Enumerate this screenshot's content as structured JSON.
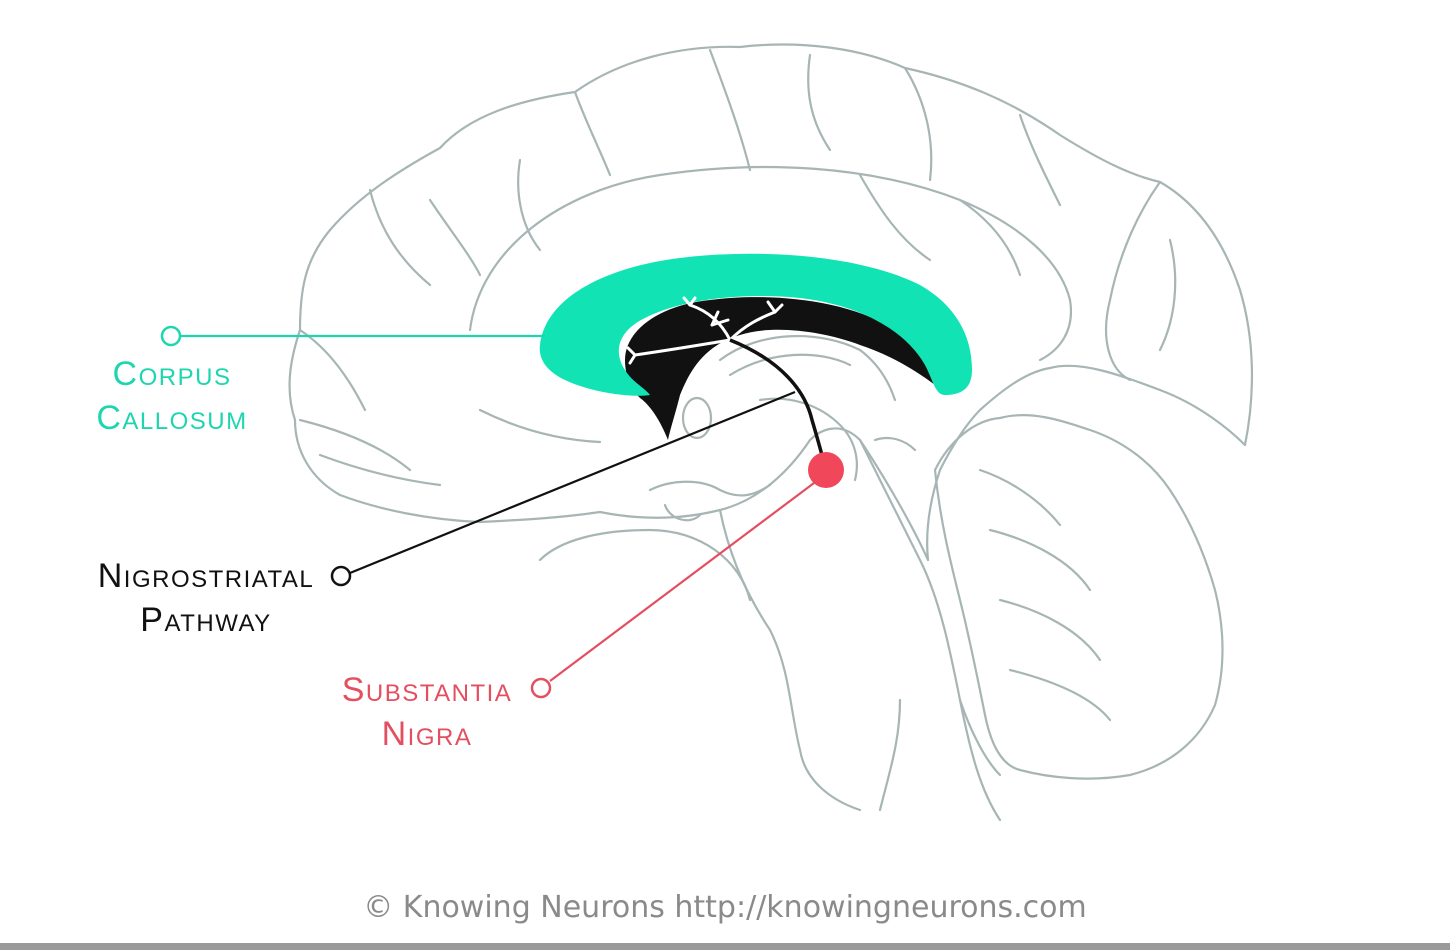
{
  "labels": {
    "corpus_callosum": {
      "line1": "Corpus",
      "line2": "Callosum"
    },
    "nigrostriatal_pathway": {
      "line1": "Nigrostriatal",
      "line2": "Pathway"
    },
    "substantia_nigra": {
      "line1": "Substantia",
      "line2": "Nigra"
    }
  },
  "credit": "© Knowing Neurons http://knowingneurons.com",
  "colors": {
    "brain_outline": "#a7b5b5",
    "corpus_callosum": "#11e3b5",
    "corpus_callosum_label": "#1dd6b0",
    "pathway": "#111111",
    "substantia_nigra": "#f0485a",
    "substantia_nigra_label": "#e44f60",
    "credit": "#8a8a8a",
    "footer_bar": "#9a9a9a"
  }
}
